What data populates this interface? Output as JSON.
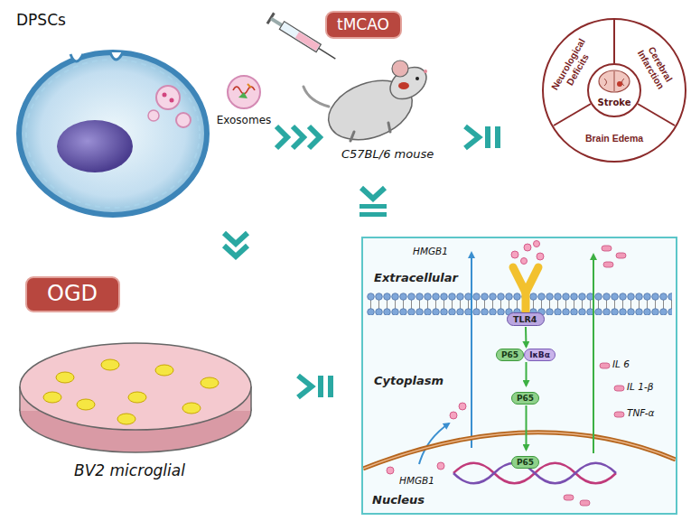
{
  "diagram": {
    "nodes": [
      {
        "text": [
          "DPSCs"
        ]
      },
      {
        "text": [
          "Exosomes"
        ]
      },
      {
        "text": [
          "tMCAO"
        ]
      },
      {
        "text": [
          "Neurological Deficits",
          "Cerebral Infarction",
          "Brain Edema"
        ]
      },
      {
        "text": [
          "Stroke"
        ],
        "in": 3
      },
      {
        "text": [
          "OGD"
        ]
      },
      {
        "text": [
          "Extracellular",
          "Cytoplasm",
          "Nucleus"
        ]
      },
      {
        "text": [
          "TLR4"
        ],
        "in": 6
      },
      {
        "text": [
          "P65",
          "IκBα"
        ],
        "in": 6
      },
      {
        "text": [
          "P65"
        ],
        "in": 6
      },
      {
        "text": [
          "P65"
        ],
        "in": 6
      }
    ],
    "edges": [
      {
        "from": 7,
        "to": 8,
        "arrow": "to"
      },
      {
        "from": 8,
        "to": 9,
        "arrow": "to"
      },
      {
        "from": 9,
        "to": 10,
        "arrow": "to"
      }
    ],
    "labels": [
      "C57BL/6 mouse",
      "BV2 microglial",
      "HMGB1",
      "IL 6",
      "IL 1-β",
      "TNF-α",
      "HMGB1"
    ]
  }
}
